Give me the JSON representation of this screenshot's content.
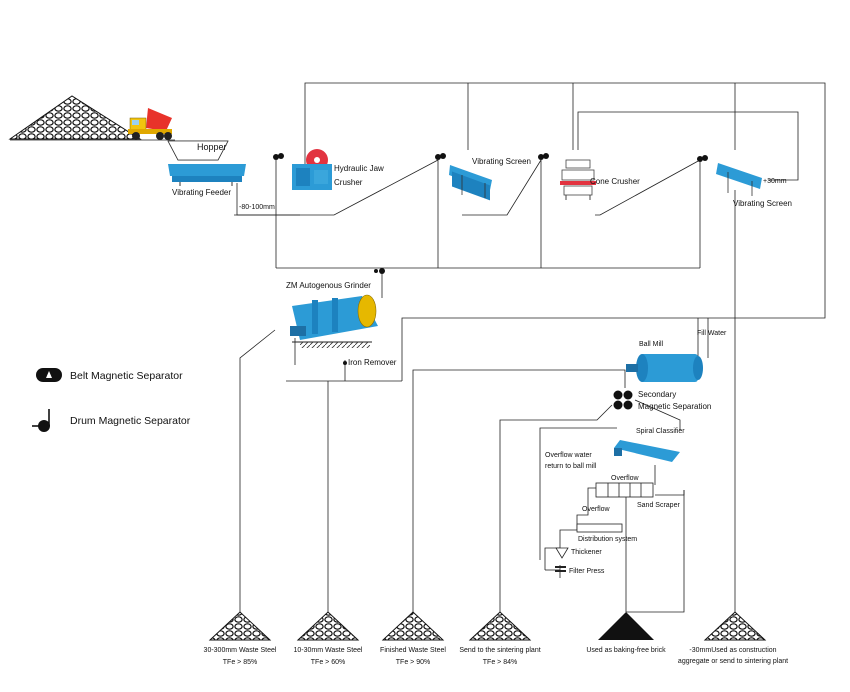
{
  "equipment": {
    "hopper": "Hopper",
    "vibrating_feeder": "Vibrating Feeder",
    "feeder_size": "-80-100mm",
    "jaw_crusher_line1": "Hydraulic Jaw",
    "jaw_crusher_line2": "Crusher",
    "vibrating_screen_1": "Vibrating Screen",
    "cone_crusher": "Cone Crusher",
    "vibrating_screen_2": "Vibrating Screen",
    "screen_2_size": "+30mm",
    "grinder": "ZM Autogenous Grinder",
    "iron_remover": "Iron Remover",
    "fill_water": "Fill Water",
    "ball_mill": "Ball Mill",
    "secondary_sep_line1": "Secondary",
    "secondary_sep_line2": "Magnetic Separation",
    "spiral_classifier": "Spiral Classifier",
    "overflow_water_line1": "Overflow water",
    "overflow_water_line2": "return to ball mill",
    "overflow_1": "Overflow",
    "sand_scraper": "Sand Scraper",
    "overflow_2": "Overflow",
    "distribution_system": "Distribution system",
    "thickener": "Thickener",
    "filter_press": "Filter Press"
  },
  "legend": {
    "belt": "Belt Magnetic Separator",
    "drum": "Drum Magnetic Separator"
  },
  "outputs": [
    {
      "line1": "30-300mm Waste Steel",
      "line2": "TFe > 85%"
    },
    {
      "line1": "10-30mm Waste Steel",
      "line2": "TFe > 60%"
    },
    {
      "line1": "Finished Waste Steel",
      "line2": "TFe > 90%"
    },
    {
      "line1": "Send to the sintering plant",
      "line2": "TFe > 84%"
    },
    {
      "line1": "Used as baking-free brick",
      "line2": ""
    },
    {
      "line1": "-30mmUsed as construction",
      "line2": "aggregate or send to sintering plant"
    }
  ]
}
